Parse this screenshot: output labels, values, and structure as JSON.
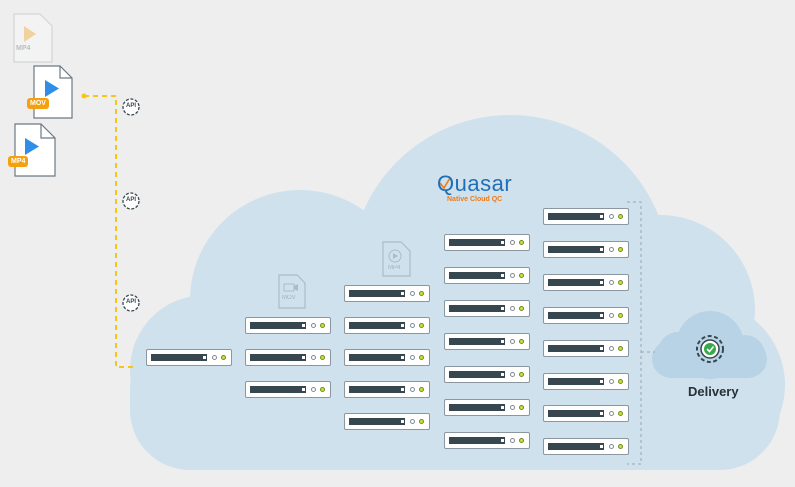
{
  "brand": {
    "name": "Quasar",
    "tagline": "Native Cloud QC",
    "name_color": "#1f6fb8",
    "tagline_color": "#f07a14"
  },
  "delivery": {
    "label": "Delivery",
    "check_color": "#3aa84a"
  },
  "files": {
    "mp4_faded": "MP4",
    "mov": "MOV",
    "mp4": "MP4",
    "cloud_mov": "MOV",
    "cloud_mp4": "MP4"
  },
  "api_label": "API",
  "colors": {
    "cloud": "#cfe1ec",
    "connector": "#f5c518",
    "play": "#2f8ee8",
    "badge": "#f5a00e",
    "server_bar": "#37474f",
    "led": "#c8e23a"
  },
  "icons": [
    "file-mp4-icon",
    "file-mov-icon",
    "api-cloud-icon",
    "server-icon",
    "gear-check-icon"
  ]
}
